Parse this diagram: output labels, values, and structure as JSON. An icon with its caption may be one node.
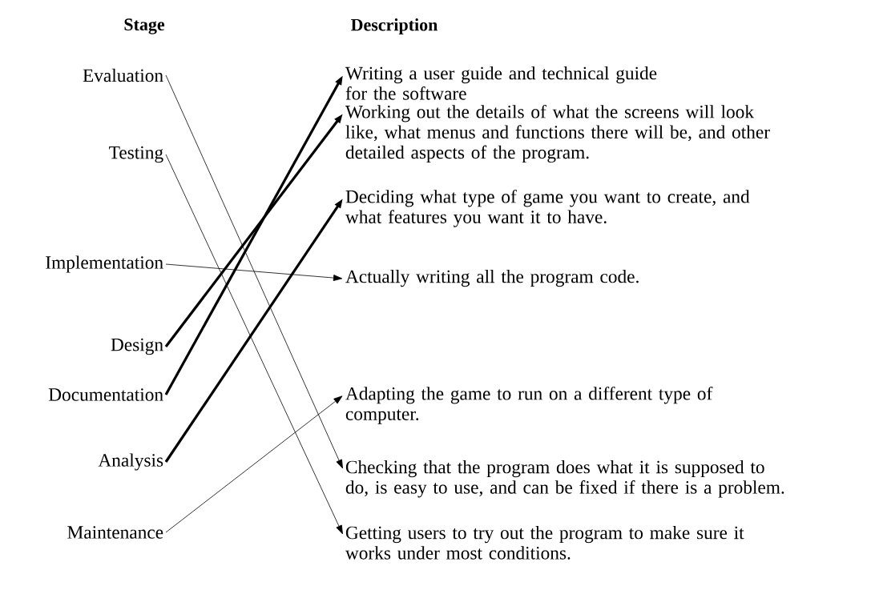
{
  "diagram": {
    "nodes": [
      {
        "text": [
          "Evaluation"
        ]
      },
      {
        "text": [
          "Testing"
        ]
      },
      {
        "text": [
          "Implementation"
        ]
      },
      {
        "text": [
          "Design"
        ]
      },
      {
        "text": [
          "Documentation"
        ]
      },
      {
        "text": [
          "Analysis"
        ]
      },
      {
        "text": [
          "Maintenance"
        ]
      },
      {
        "text": [
          "Writing a user guide and technical guide for the software"
        ]
      },
      {
        "text": [
          "Working out the details of what the screens will look like, what menus and functions there will be, and other detailed aspects of the program."
        ]
      },
      {
        "text": [
          "Deciding what type of game you want to create, and what features you want it to have."
        ]
      },
      {
        "text": [
          "Actually writing all the program code."
        ]
      },
      {
        "text": [
          "Adapting the game to run on a different type of computer."
        ]
      },
      {
        "text": [
          "Checking that the program does what it is supposed to do, is easy to use, and can be fixed if there is a problem."
        ]
      },
      {
        "text": [
          "Getting users to try out the program to make sure it works under most conditions."
        ]
      }
    ],
    "edges": [
      {
        "from": 0,
        "to": 12,
        "arrow": "to"
      },
      {
        "from": 1,
        "to": 13,
        "arrow": "to"
      },
      {
        "from": 2,
        "to": 10,
        "arrow": "to"
      },
      {
        "from": 3,
        "to": 8,
        "arrow": "to",
        "style": "thick"
      },
      {
        "from": 4,
        "to": 7,
        "arrow": "to",
        "style": "thick"
      },
      {
        "from": 5,
        "to": 9,
        "arrow": "to",
        "style": "thick"
      },
      {
        "from": 6,
        "to": 11,
        "arrow": "to"
      }
    ],
    "labels": [
      "Stage",
      "Description"
    ]
  }
}
